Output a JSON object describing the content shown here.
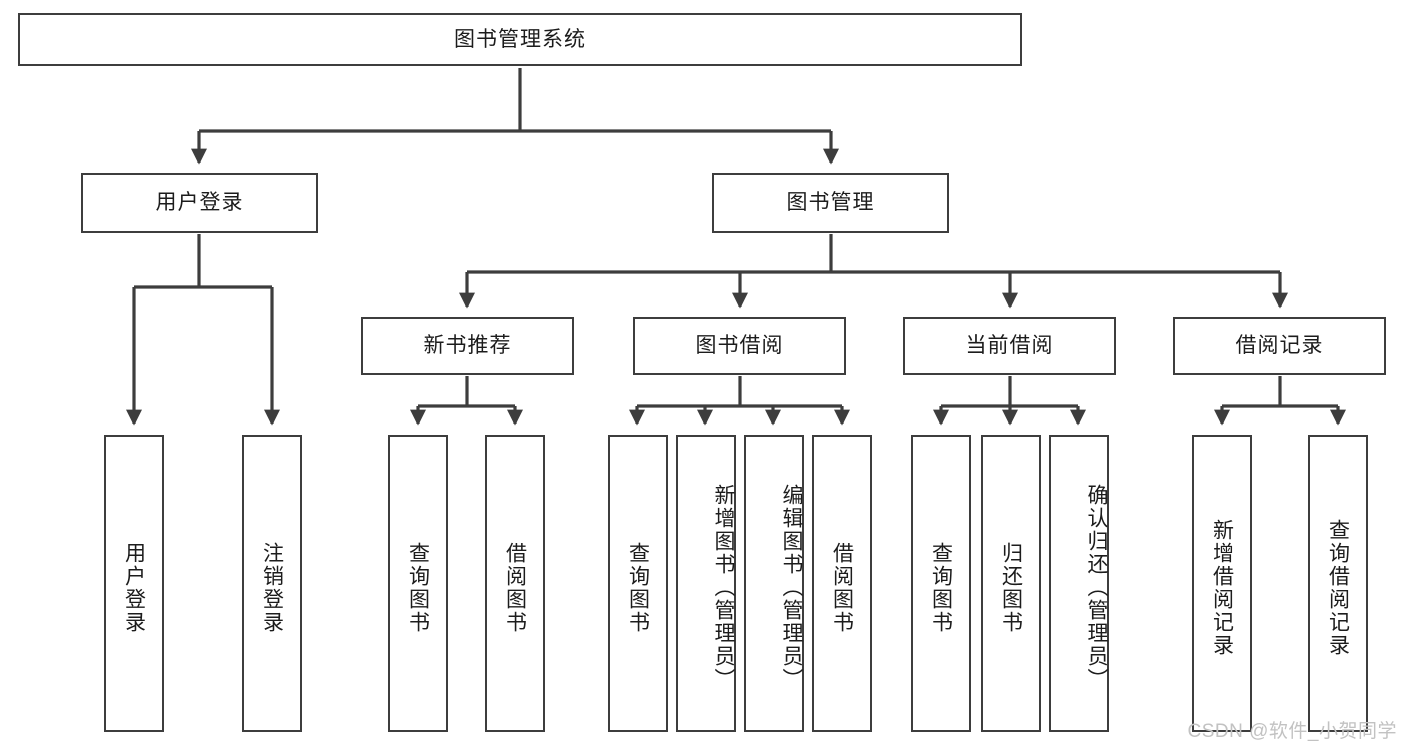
{
  "diagram": {
    "title": "图书管理系统",
    "type": "tree-hierarchy",
    "background_color": "#ffffff",
    "line_color": "#3d3d3d",
    "text_color": "#1c1c1c",
    "root": {
      "label": "图书管理系统",
      "id": "root-system"
    },
    "level1": [
      {
        "id": "user-login",
        "label": "用户登录"
      },
      {
        "id": "book-management",
        "label": "图书管理"
      }
    ],
    "level2": [
      {
        "id": "new-book-recommend",
        "label": "新书推荐",
        "parent": "book-management"
      },
      {
        "id": "book-borrow",
        "label": "图书借阅",
        "parent": "book-management"
      },
      {
        "id": "current-borrow",
        "label": "当前借阅",
        "parent": "book-management"
      },
      {
        "id": "borrow-record",
        "label": "借阅记录",
        "parent": "book-management"
      }
    ],
    "leaves": {
      "user_login": [
        {
          "id": "leaf-user-login",
          "label": "用户登录"
        },
        {
          "id": "leaf-logout-login",
          "label": "注销登录"
        }
      ],
      "new_book_recommend": [
        {
          "id": "leaf-query-book-1",
          "label": "查询图书"
        },
        {
          "id": "leaf-borrow-book-1",
          "label": "借阅图书"
        }
      ],
      "book_borrow": [
        {
          "id": "leaf-query-book-2",
          "label": "查询图书"
        },
        {
          "id": "leaf-add-book",
          "label": "新增图书（管理员）"
        },
        {
          "id": "leaf-edit-book",
          "label": "编辑图书（管理员）"
        },
        {
          "id": "leaf-borrow-book-2",
          "label": "借阅图书"
        }
      ],
      "current_borrow": [
        {
          "id": "leaf-query-book-3",
          "label": "查询图书"
        },
        {
          "id": "leaf-return-book",
          "label": "归还图书"
        },
        {
          "id": "leaf-confirm-return",
          "label": "确认归还（管理员）"
        }
      ],
      "borrow_record": [
        {
          "id": "leaf-add-record",
          "label": "新增借阅记录"
        },
        {
          "id": "leaf-query-record",
          "label": "查询借阅记录"
        }
      ]
    }
  },
  "watermark": {
    "text": "CSDN @软件_小贺同学"
  }
}
